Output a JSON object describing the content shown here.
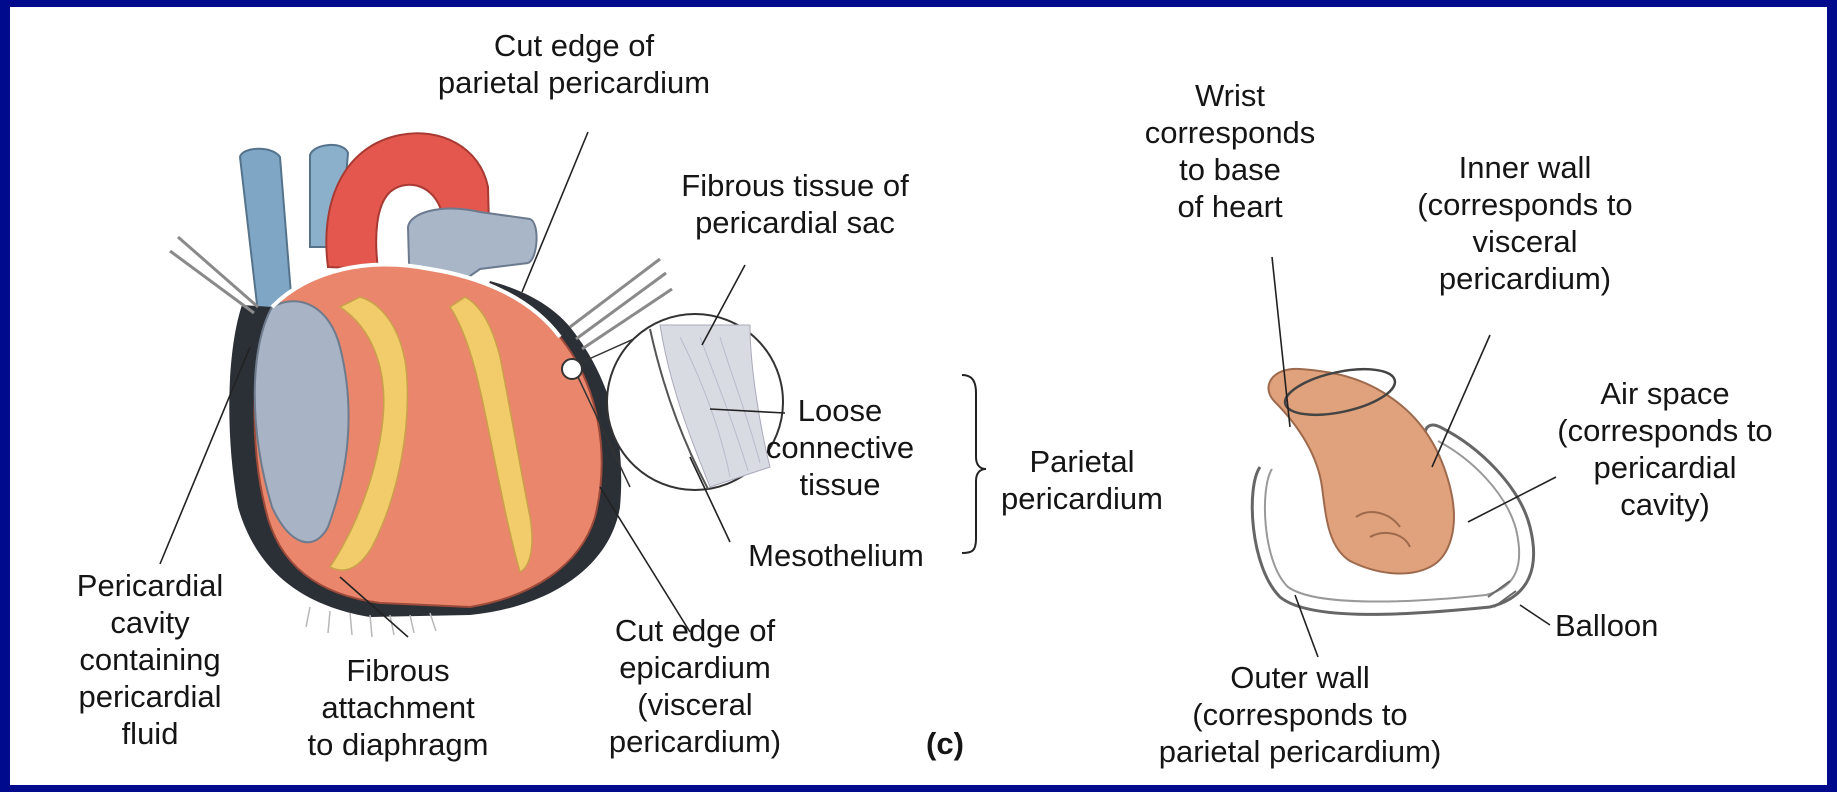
{
  "colors": {
    "frame": "#000a8c",
    "background": "#ffffff",
    "heart_muscle": "#e9866c",
    "coronary_fat": "#f2cc6a",
    "vein_blue": "#7fa6c4",
    "aorta_red": "#e4574e",
    "pericardium_dark": "#2b2f36",
    "fist_skin": "#e0a27c"
  },
  "labels": {
    "cut_edge_parietal": [
      "Cut edge of",
      "parietal pericardium"
    ],
    "fibrous_tissue": [
      "Fibrous tissue of",
      "pericardial sac"
    ],
    "loose_connective": [
      "Loose",
      "connective",
      "tissue"
    ],
    "parietal_pericardium": [
      "Parietal",
      "pericardium"
    ],
    "mesothelium": "Mesothelium",
    "pericardial_cavity": [
      "Pericardial",
      "cavity",
      "containing",
      "pericardial",
      "fluid"
    ],
    "fibrous_attachment": [
      "Fibrous",
      "attachment",
      "to diaphragm"
    ],
    "cut_edge_epicardium": [
      "Cut edge of",
      "epicardium",
      "(visceral",
      "pericardium)"
    ],
    "panel_letter": "(c)",
    "wrist": [
      "Wrist",
      "corresponds",
      "to base",
      "of heart"
    ],
    "inner_wall": [
      "Inner wall",
      "(corresponds to",
      "visceral",
      "pericardium)"
    ],
    "air_space": [
      "Air space",
      "(corresponds to",
      "pericardial",
      "cavity)"
    ],
    "balloon": "Balloon",
    "outer_wall": [
      "Outer wall",
      "(corresponds to",
      "parietal pericardium)"
    ]
  }
}
